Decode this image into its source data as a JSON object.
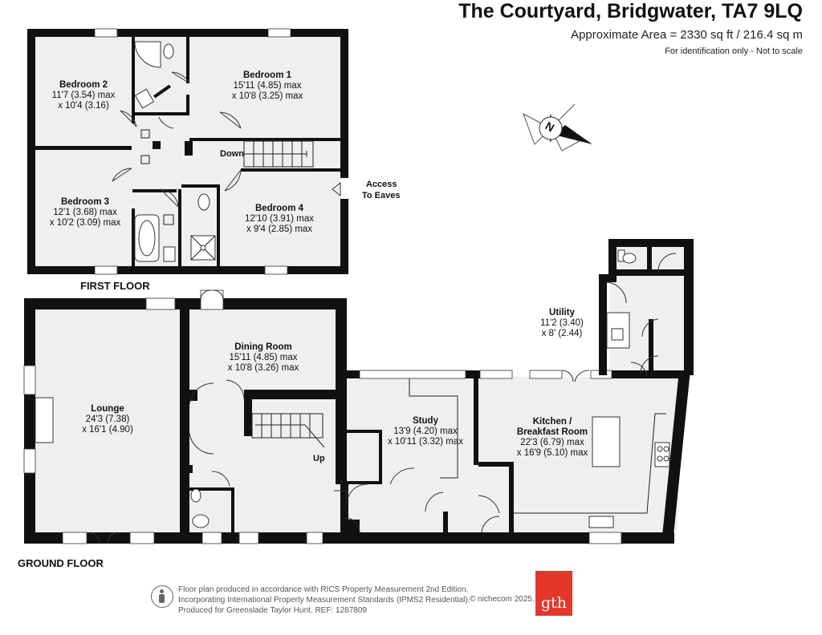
{
  "header": {
    "address": "The Courtyard, Bridgwater, TA7 9LQ",
    "area": "Approximate Area = 2330 sq ft / 216.4 sq m",
    "note": "For identification only - Not to scale"
  },
  "compass": {
    "letter": "N"
  },
  "floors": {
    "first": "FIRST FLOOR",
    "ground": "GROUND FLOOR"
  },
  "rooms": {
    "bedroom2": {
      "name": "Bedroom 2",
      "d1": "11'7 (3.54) max",
      "d2": "x 10'4 (3.16)"
    },
    "bedroom1": {
      "name": "Bedroom 1",
      "d1": "15'11 (4.85) max",
      "d2": "x 10'8 (3.25) max"
    },
    "bedroom3": {
      "name": "Bedroom 3",
      "d1": "12'1 (3.68) max",
      "d2": "x 10'2 (3.09) max"
    },
    "bedroom4": {
      "name": "Bedroom 4",
      "d1": "12'10 (3.91) max",
      "d2": "x 9'4 (2.85) max"
    },
    "lounge": {
      "name": "Lounge",
      "d1": "24'3 (7.38)",
      "d2": "x 16'1 (4.90)"
    },
    "dining": {
      "name": "Dining Room",
      "d1": "15'11 (4.85) max",
      "d2": "x 10'8 (3.26) max"
    },
    "study": {
      "name": "Study",
      "d1": "13'9 (4.20) max",
      "d2": "x 10'11 (3.32) max"
    },
    "kitchen": {
      "name": "Kitchen /",
      "name2": "Breakfast Room",
      "d1": "22'3 (6.79) max",
      "d2": "x 16'9 (5.10) max"
    },
    "utility": {
      "name": "Utility",
      "d1": "11'2 (3.40)",
      "d2": "x 8' (2.44)"
    }
  },
  "labels": {
    "down": "Down",
    "up": "Up",
    "eaves1": "Access",
    "eaves2": "To Eaves"
  },
  "footer": {
    "line1": "Floor plan produced in accordance with RICS Property Measurement 2nd Edition,",
    "line2": "Incorporating International Property Measurement Standards (IPMS2 Residential).",
    "line3": "Produced for Greenslade Taylor Hunt.   REF: 1287809",
    "copyright": "© nichecom 2025.",
    "logo": "gth"
  }
}
